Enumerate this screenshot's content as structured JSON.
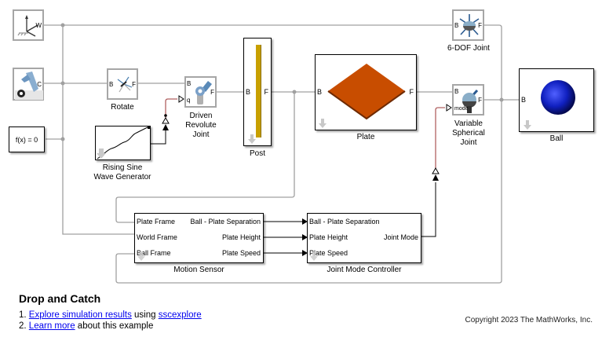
{
  "model": {
    "title": "Drop and Catch",
    "colors": {
      "wire": "#a0a0a0",
      "signal": "#000000",
      "physical_signal": "#b06060",
      "plate": "#c84d00",
      "post": "#c8a000",
      "ball": "#1020c0"
    }
  },
  "blocks": {
    "world_frame": {
      "port_w": "W",
      "icon": "world-frame-icon"
    },
    "mechanism_config": {
      "port_c": "C",
      "icon": "mechanism-configuration-icon"
    },
    "solver_config": {
      "text": "f(x) = 0"
    },
    "rotate": {
      "label": "Rotate",
      "port_b": "B",
      "port_f": "F"
    },
    "driven_revolute_joint": {
      "label_lines": [
        "Driven",
        "Revolute",
        "Joint"
      ],
      "port_b": "B",
      "port_f": "F",
      "port_q": "q"
    },
    "rising_sine": {
      "label_lines": [
        "Rising Sine",
        "Wave Generator"
      ]
    },
    "post": {
      "label": "Post",
      "port_b": "B",
      "port_f": "F"
    },
    "plate": {
      "label": "Plate",
      "port_b": "B",
      "port_f": "F"
    },
    "six_dof_joint": {
      "label": "6-DOF Joint",
      "port_b": "B",
      "port_f": "F"
    },
    "variable_spherical_joint": {
      "label_lines": [
        "Variable",
        "Spherical",
        "Joint"
      ],
      "port_b": "B",
      "port_f": "F",
      "port_mode": "mode"
    },
    "ball": {
      "label": "Ball",
      "port_b": "B"
    },
    "motion_sensor": {
      "label": "Motion Sensor",
      "inputs": [
        "Plate Frame",
        "World Frame",
        "Ball Frame"
      ],
      "outputs": [
        "Ball - Plate Separation",
        "Plate Height",
        "Plate Speed"
      ]
    },
    "joint_mode_controller": {
      "label": "Joint Mode Controller",
      "inputs": [
        "Ball - Plate Separation",
        "Plate Height",
        "Plate Speed"
      ],
      "outputs": [
        "Joint Mode"
      ]
    }
  },
  "footer": {
    "title": "Drop and Catch",
    "items": [
      {
        "num": "1.",
        "link1": "Explore simulation results",
        "mid": " using ",
        "link2": "sscexplore"
      },
      {
        "num": "2.",
        "link1": "Learn more",
        "rest": " about this example"
      }
    ],
    "copyright": "Copyright 2023 The MathWorks, Inc."
  }
}
